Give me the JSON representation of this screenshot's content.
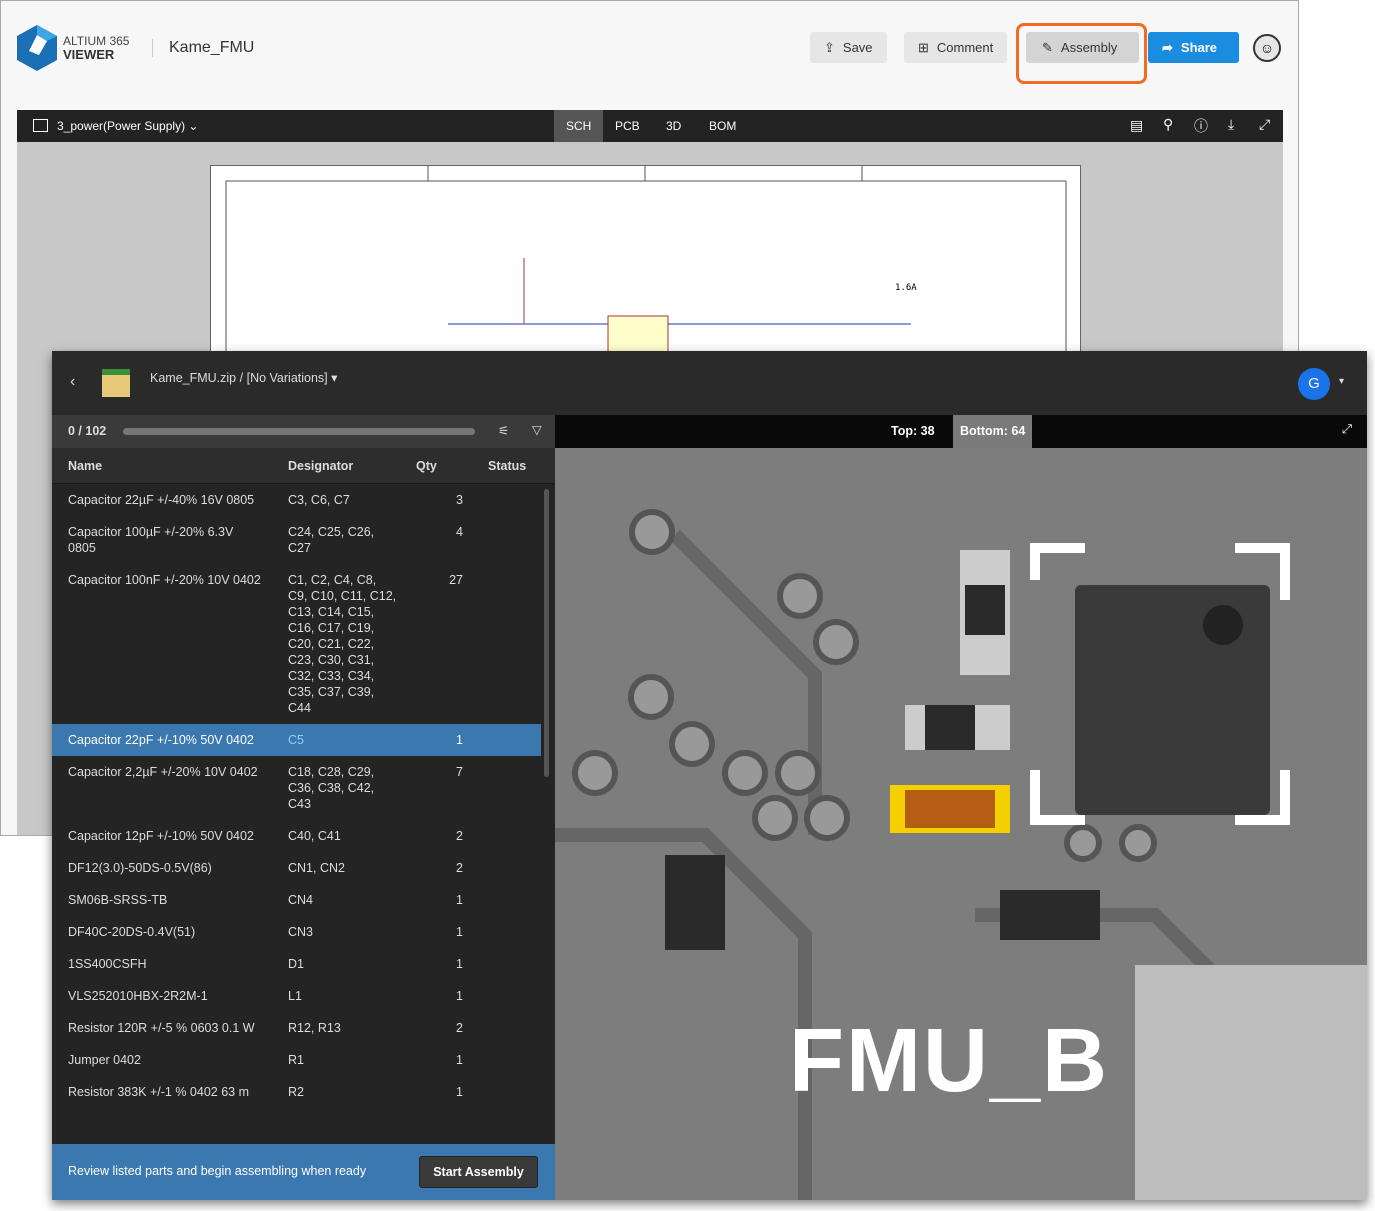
{
  "header": {
    "brand_line1": "ALTIUM 365",
    "brand_line2": "VIEWER",
    "project": "Kame_FMU",
    "save": "Save",
    "comment": "Comment",
    "assembly": "Assembly",
    "share": "Share"
  },
  "viewer": {
    "document": "3_power(Power Supply)",
    "tabs": [
      "SCH",
      "PCB",
      "3D",
      "BOM"
    ],
    "active_tab": "SCH",
    "schematic_label": "1.6A"
  },
  "assembly": {
    "file": "Kame_FMU.zip",
    "separator": "/",
    "variation": "[No Variations]",
    "avatar": "G",
    "progress_text": "0 / 102",
    "progress": 0,
    "columns": [
      "Name",
      "Designator",
      "Qty",
      "Status"
    ],
    "rows": [
      {
        "name": "Capacitor 22µF +/-40% 16V 0805",
        "designator": "C3, C6, C7",
        "qty": "3"
      },
      {
        "name": "Capacitor 100µF +/-20% 6.3V 0805",
        "designator": "C24, C25, C26, C27",
        "qty": "4"
      },
      {
        "name": "Capacitor 100nF +/-20% 10V 0402",
        "designator": "C1, C2, C4, C8, C9, C10, C11, C12, C13, C14, C15, C16, C17, C19, C20, C21, C22, C23, C30, C31, C32, C33, C34, C35, C37, C39, C44",
        "qty": "27"
      },
      {
        "name": "Capacitor 22pF +/-10% 50V 0402",
        "designator": "C5",
        "qty": "1"
      },
      {
        "name": "Capacitor 2,2µF +/-20% 10V 0402",
        "designator": "C18, C28, C29, C36, C38, C42, C43",
        "qty": "7"
      },
      {
        "name": "Capacitor 12pF +/-10% 50V 0402",
        "designator": "C40, C41",
        "qty": "2"
      },
      {
        "name": "DF12(3.0)-50DS-0.5V(86)",
        "designator": "CN1, CN2",
        "qty": "2"
      },
      {
        "name": "SM06B-SRSS-TB",
        "designator": "CN4",
        "qty": "1"
      },
      {
        "name": "DF40C-20DS-0.4V(51)",
        "designator": "CN3",
        "qty": "1"
      },
      {
        "name": "1SS400CSFH",
        "designator": "D1",
        "qty": "1"
      },
      {
        "name": "VLS252010HBX-2R2M-1",
        "designator": "L1",
        "qty": "1"
      },
      {
        "name": "Resistor 120R +/-5 % 0603 0.1 W",
        "designator": "R12, R13",
        "qty": "2"
      },
      {
        "name": "Jumper 0402",
        "designator": "R1",
        "qty": "1"
      },
      {
        "name": "Resistor 383K +/-1 % 0402 63 m",
        "designator": "R2",
        "qty": "1"
      }
    ],
    "footer_text": "Review listed parts and begin assembling when ready",
    "start": "Start Assembly",
    "top_count": "Top: 38",
    "bottom_count": "Bottom: 64",
    "board_label": "FMU_B"
  }
}
